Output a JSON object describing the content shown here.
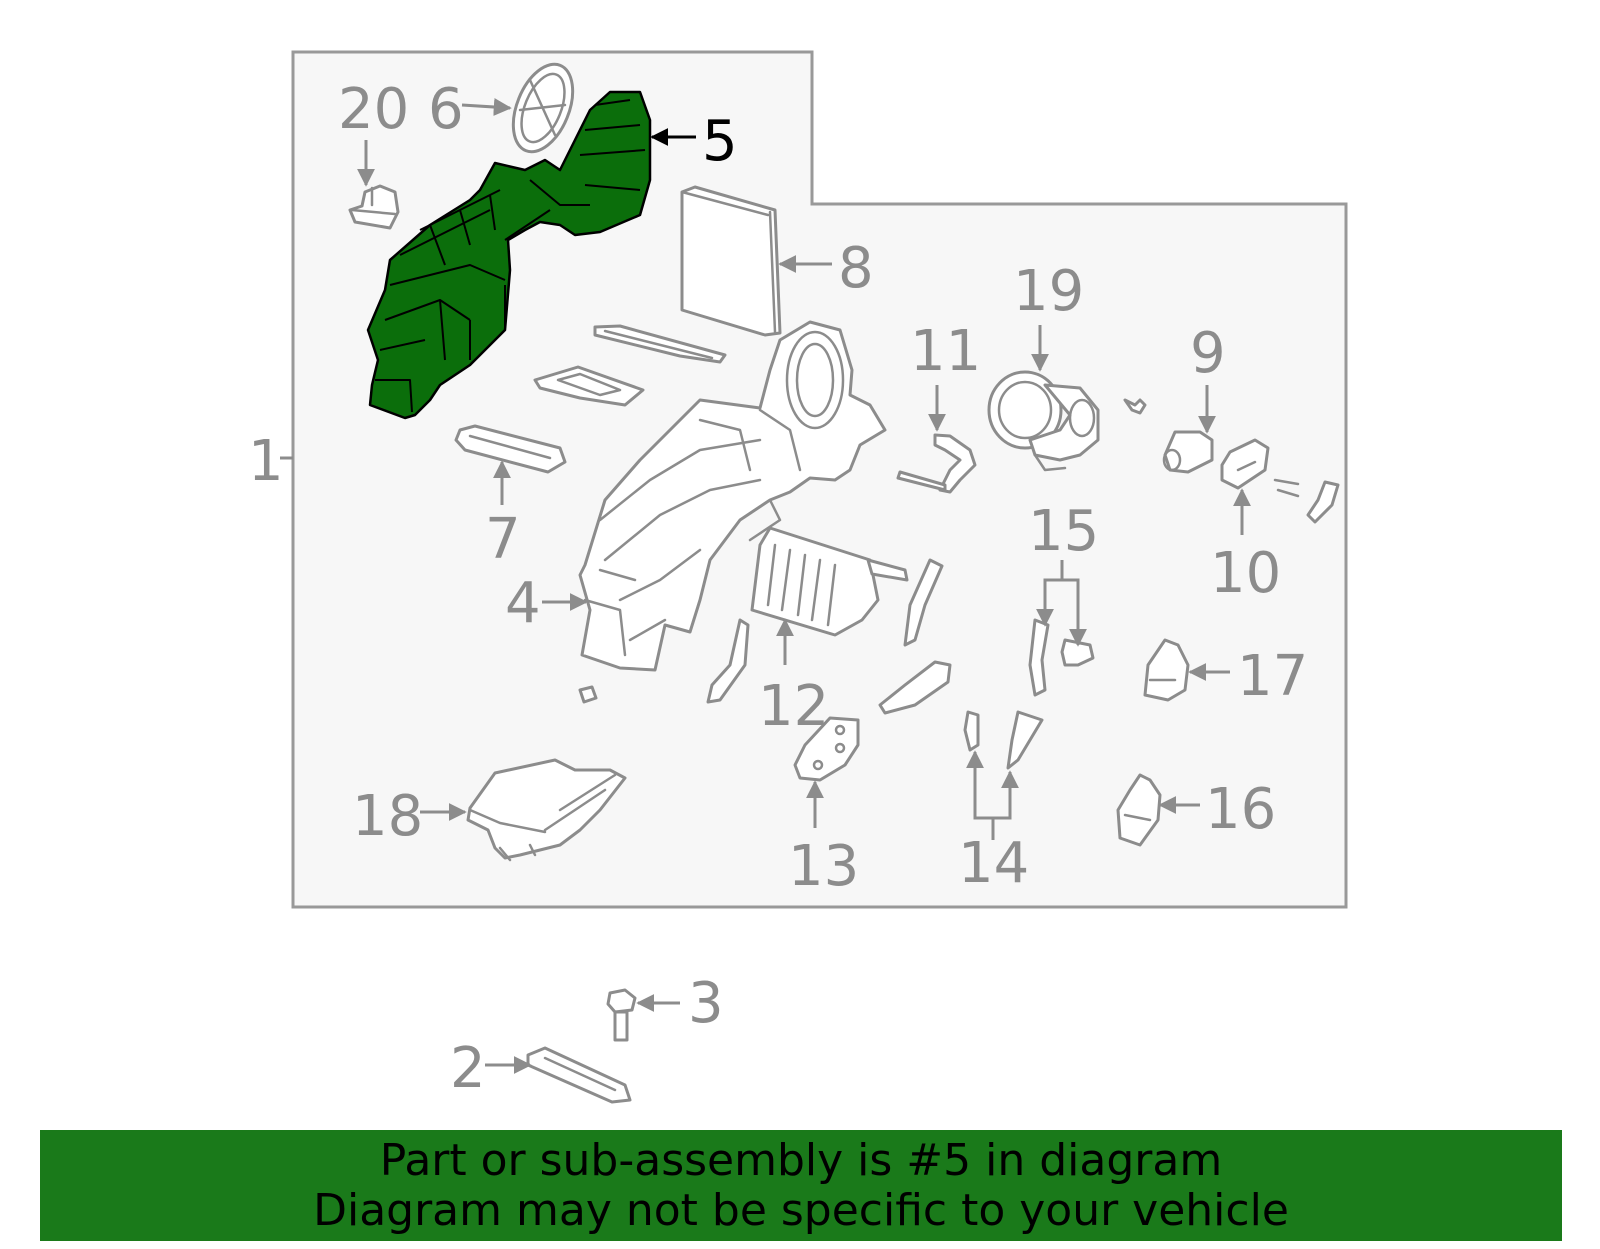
{
  "diagram": {
    "highlight_color": "#0b6e0b",
    "selected_part": "5",
    "callouts": {
      "c1": "1",
      "c2": "2",
      "c3": "3",
      "c4": "4",
      "c5": "5",
      "c6": "6",
      "c7": "7",
      "c8": "8",
      "c9": "9",
      "c10": "10",
      "c11": "11",
      "c12": "12",
      "c13": "13",
      "c14": "14",
      "c15": "15",
      "c16": "16",
      "c17": "17",
      "c18": "18",
      "c19": "19",
      "c20": "20"
    }
  },
  "banner": {
    "background": "#1a7a1a",
    "line1": "Part or sub-assembly is #5 in diagram",
    "line2": "Diagram may not be specific to your vehicle"
  }
}
